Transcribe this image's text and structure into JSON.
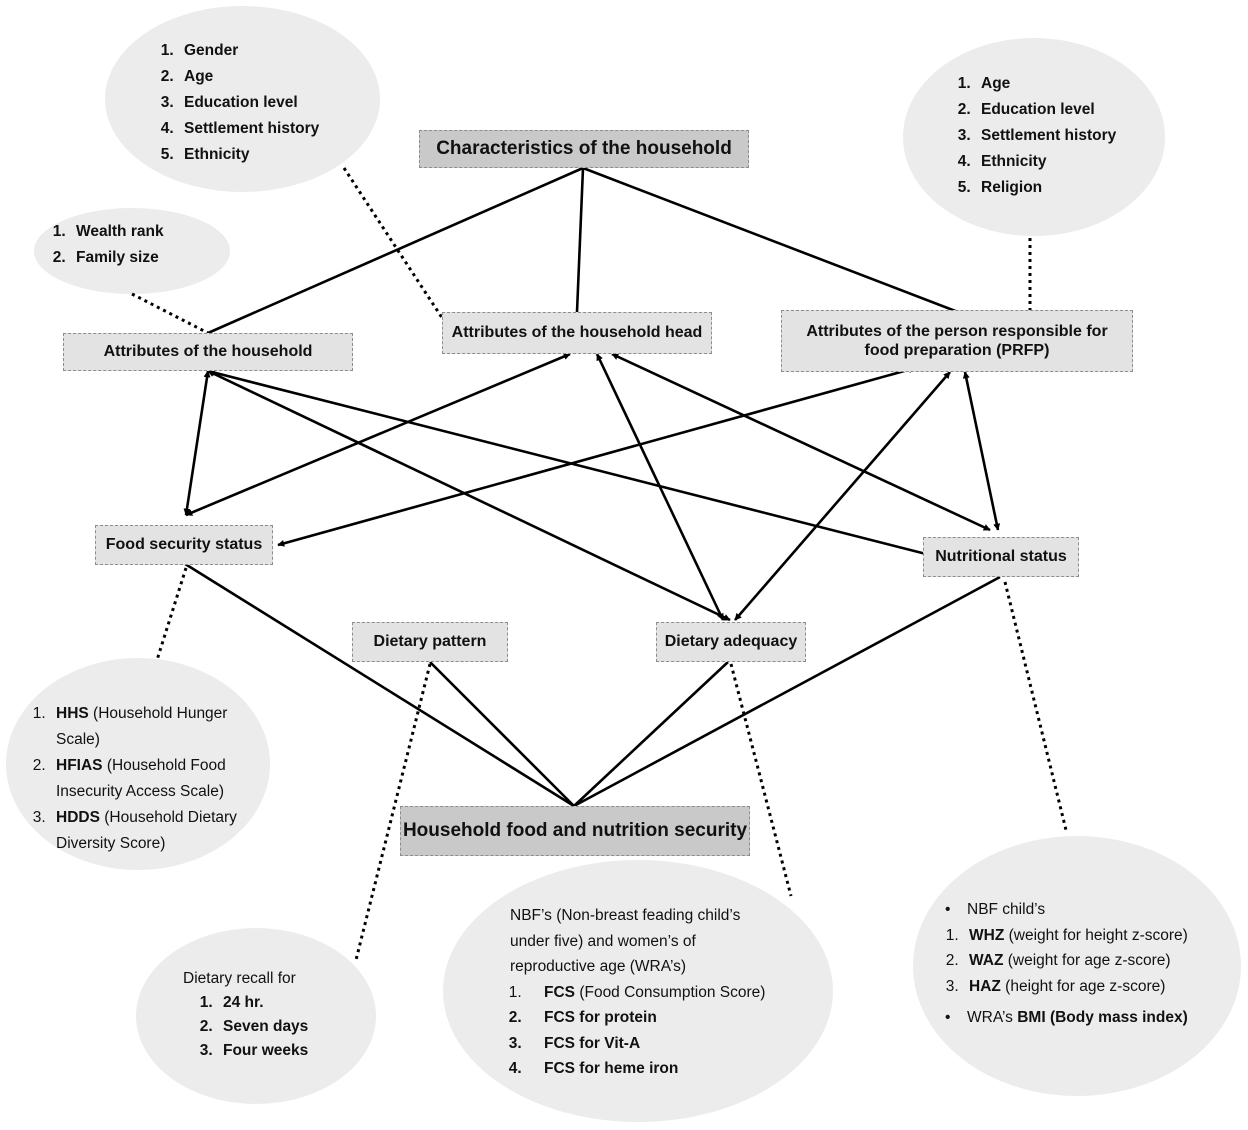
{
  "nodes": {
    "characteristics": "Characteristics of the household",
    "attr_household": "Attributes of the household",
    "attr_head": "Attributes of the household head",
    "attr_prfp": "Attributes of the person responsible for food preparation (PRFP)",
    "food_security": "Food security status",
    "nutritional": "Nutritional status",
    "dietary_pattern": "Dietary pattern",
    "dietary_adequacy": "Dietary adequacy",
    "hfns": "Household food and nutrition security"
  },
  "bubbles": {
    "head": [
      "Gender",
      "Age",
      "Education level",
      "Settlement history",
      "Ethnicity"
    ],
    "prfp": [
      "Age",
      "Education level",
      "Settlement history",
      "Ethnicity",
      "Religion"
    ],
    "household": [
      "Wealth rank",
      "Family size"
    ],
    "food_security": [
      {
        "abbr": "HHS",
        "desc": "(Household Hunger Scale)"
      },
      {
        "abbr": "HFIAS",
        "desc": "(Household Food Insecurity Access Scale)"
      },
      {
        "abbr": "HDDS",
        "desc": "(Household Dietary Diversity Score)"
      }
    ],
    "recall": {
      "intro": "Dietary recall for",
      "items": [
        "24 hr.",
        "Seven days",
        "Four weeks"
      ]
    },
    "adequacy": {
      "intro": "NBF’s (Non-breast feading child’s under five) and women’s of reproductive age (WRA’s)",
      "items": [
        {
          "abbr": "FCS",
          "desc": "(Food Consumption Score)"
        },
        {
          "abbr": "FCS for protein",
          "desc": ""
        },
        {
          "abbr": "FCS for Vit-A",
          "desc": ""
        },
        {
          "abbr": "FCS for heme iron",
          "desc": ""
        }
      ]
    },
    "nutrition": {
      "bullet1": "NBF child’s",
      "items": [
        {
          "abbr": "WHZ",
          "desc": "(weight for height z-score)"
        },
        {
          "abbr": "WAZ",
          "desc": "(weight for age z-score)"
        },
        {
          "abbr": "HAZ",
          "desc": "(height for age z-score)"
        }
      ],
      "bullet2_prefix": "WRA’s ",
      "bullet2_bold": "BMI (Body mass index)"
    }
  }
}
